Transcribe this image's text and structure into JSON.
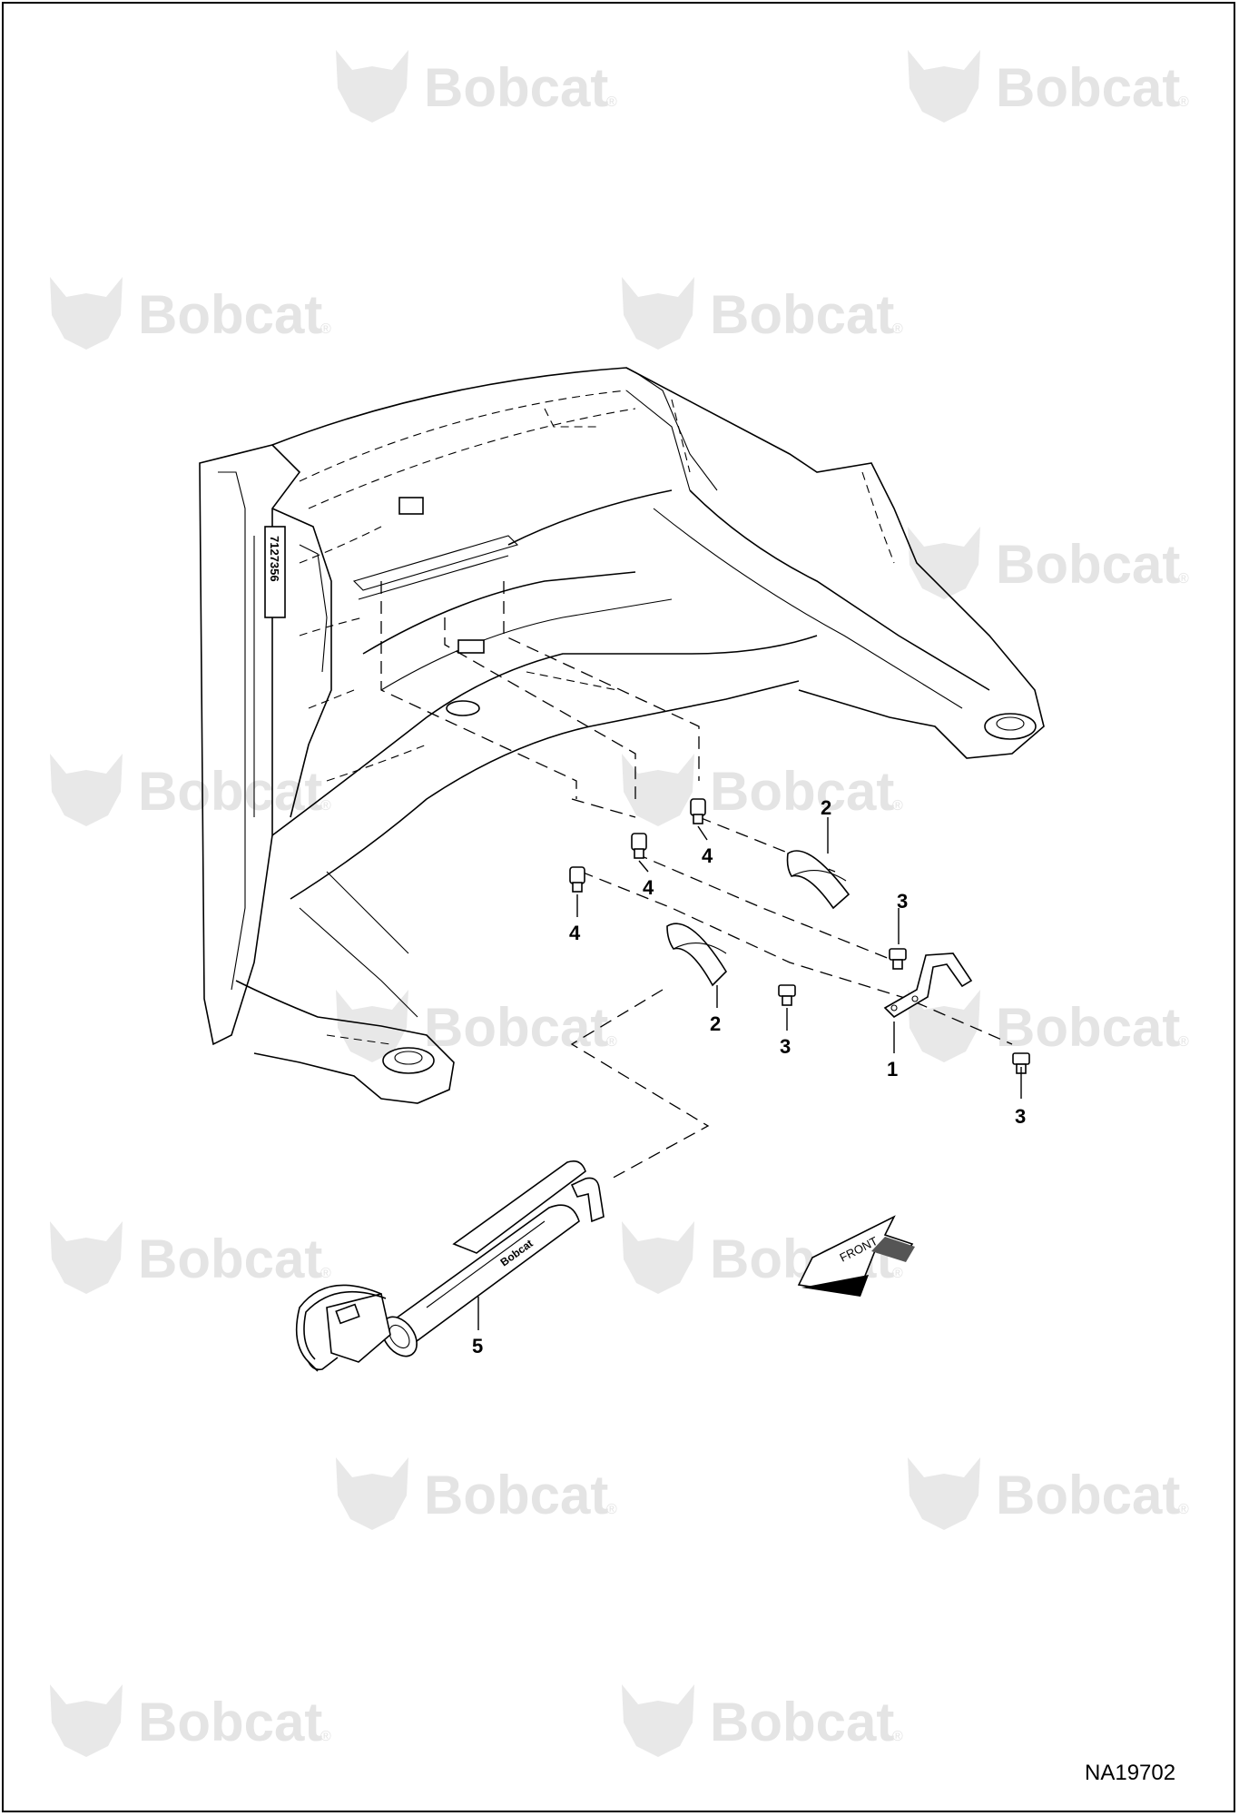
{
  "watermark": {
    "brand": "Bobcat",
    "registered_mark": "®",
    "icon": "bobcat-head-icon"
  },
  "callouts": [
    {
      "label": "1"
    },
    {
      "label": "2"
    },
    {
      "label": "2"
    },
    {
      "label": "3"
    },
    {
      "label": "3"
    },
    {
      "label": "3"
    },
    {
      "label": "4"
    },
    {
      "label": "4"
    },
    {
      "label": "4"
    },
    {
      "label": "5"
    }
  ],
  "front_arrow": {
    "label": "FRONT"
  },
  "grease_gun_brand": "Bobcat",
  "frame_serial": "7127356",
  "drawing_id": "NA19702",
  "colors": {
    "line": "#000000",
    "background": "#ffffff",
    "watermark": "#e4e4e4"
  }
}
